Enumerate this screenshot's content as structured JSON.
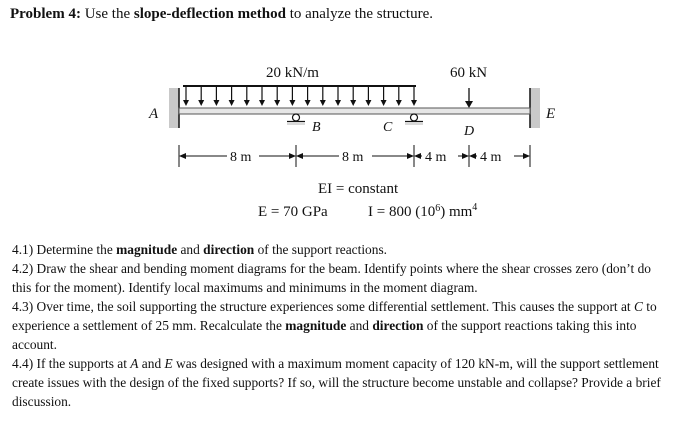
{
  "header": {
    "label": "Problem 4:",
    "text_pre": "Use the",
    "method": "slope-deflection method",
    "text_post": "to analyze the structure."
  },
  "diagram": {
    "distributed_load": "20 kN/m",
    "point_load": "60 kN",
    "support_labels": {
      "A": "A",
      "B": "B",
      "C": "C",
      "D": "D",
      "E": "E"
    },
    "spans": [
      "8 m",
      "8 m",
      "4 m",
      "4 m"
    ],
    "ei_label": "EI = constant",
    "e_value": "E = 70 GPa",
    "i_value_pre": "I = 800 (10",
    "i_value_exp": "6",
    "i_value_post": ") mm",
    "i_value_unit_exp": "4"
  },
  "questions": [
    {
      "parts": [
        {
          "t": "4.1) Determine the ",
          "b": false
        },
        {
          "t": "magnitude",
          "b": true
        },
        {
          "t": " and ",
          "b": false
        },
        {
          "t": "direction",
          "b": true
        },
        {
          "t": " of the support reactions.",
          "b": false
        }
      ]
    },
    {
      "parts": [
        {
          "t": "4.2) Draw the shear and bending moment diagrams for the beam. Identify points where the shear crosses zero (don’t do this for the moment). Identify local maximums and minimums in the moment diagram.",
          "b": false
        }
      ]
    },
    {
      "parts": [
        {
          "t": "4.3) Over time, the soil supporting the structure experiences some differential settlement. This causes the support at ",
          "b": false
        },
        {
          "t": "C",
          "b": false,
          "i": true
        },
        {
          "t": " to experience a settlement of 25 mm. Recalculate the ",
          "b": false
        },
        {
          "t": "magnitude",
          "b": true
        },
        {
          "t": " and ",
          "b": false
        },
        {
          "t": "direction",
          "b": true
        },
        {
          "t": " of the support reactions taking this into account.",
          "b": false
        }
      ]
    },
    {
      "parts": [
        {
          "t": "4.4) If the supports at ",
          "b": false
        },
        {
          "t": "A",
          "b": false,
          "i": true
        },
        {
          "t": " and ",
          "b": false
        },
        {
          "t": "E",
          "b": false,
          "i": true
        },
        {
          "t": " was designed with a maximum moment capacity of 120 kN-m, will the support settlement create issues with the design of the fixed supports? If so, will the structure become unstable and collapse? Provide a brief discussion.",
          "b": false
        }
      ]
    }
  ]
}
